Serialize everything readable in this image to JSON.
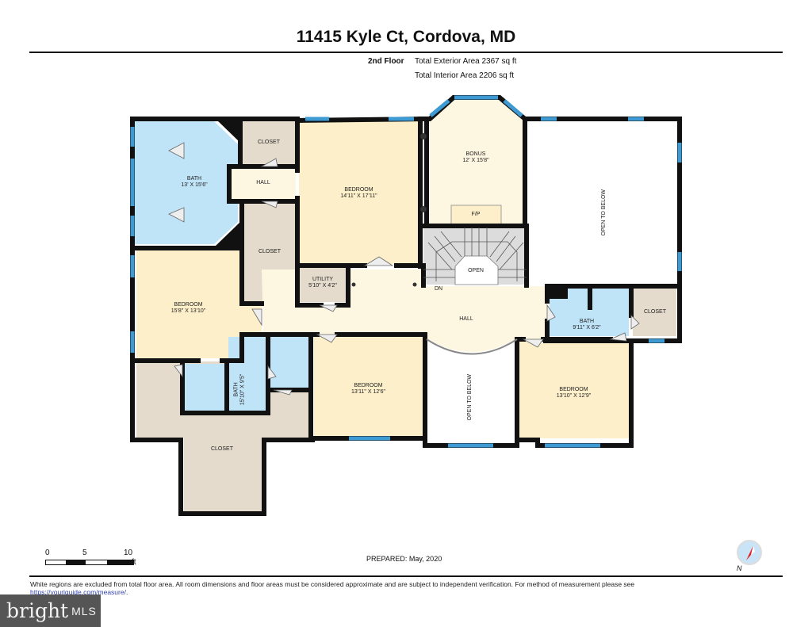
{
  "header": {
    "title": "11415 Kyle Ct, Cordova, MD",
    "floor": "2nd Floor",
    "exterior_area": "Total Exterior Area 2367 sq ft",
    "interior_area": "Total Interior Area 2206 sq ft"
  },
  "colors": {
    "wall": "#111111",
    "bedroom": "#fdefc9",
    "hall": "#fdf6e1",
    "bath": "#bfe3f7",
    "closet": "#e4dbcc",
    "window": "#3e9ad3",
    "stairs": "#dcdcdc",
    "open": "#ffffff"
  },
  "rooms": [
    {
      "id": "bath-main",
      "name": "BATH",
      "dims": "13' x 15'6\""
    },
    {
      "id": "closet-top",
      "name": "CLOSET",
      "dims": ""
    },
    {
      "id": "hall-small",
      "name": "HALL",
      "dims": ""
    },
    {
      "id": "closet-mid",
      "name": "CLOSET",
      "dims": ""
    },
    {
      "id": "bedroom-main",
      "name": "BEDROOM",
      "dims": "14'11\" x 17'11\""
    },
    {
      "id": "bonus",
      "name": "BONUS",
      "dims": "12' x 15'8\""
    },
    {
      "id": "fireplace",
      "name": "F/P",
      "dims": ""
    },
    {
      "id": "open-stair",
      "name": "OPEN",
      "dims": ""
    },
    {
      "id": "open-below-right",
      "name": "OPEN TO BELOW",
      "dims": ""
    },
    {
      "id": "utility",
      "name": "UTILITY",
      "dims": "5'10\" x 4'2\""
    },
    {
      "id": "stairs-down",
      "name": "DN",
      "dims": ""
    },
    {
      "id": "hall-main",
      "name": "HALL",
      "dims": ""
    },
    {
      "id": "bedroom-left",
      "name": "BEDROOM",
      "dims": "15'8\" x 13'10\""
    },
    {
      "id": "bath-right",
      "name": "BATH",
      "dims": "9'11\" x 6'2\""
    },
    {
      "id": "closet-right",
      "name": "CLOSET",
      "dims": ""
    },
    {
      "id": "bath-lower",
      "name": "BATH",
      "dims": "15'10\" x 9'5\""
    },
    {
      "id": "bedroom-center",
      "name": "BEDROOM",
      "dims": "13'11\" x 12'6\""
    },
    {
      "id": "open-below-center",
      "name": "OPEN TO BELOW",
      "dims": ""
    },
    {
      "id": "bedroom-right",
      "name": "BEDROOM",
      "dims": "13'10\" x 12'9\""
    },
    {
      "id": "closet-lower",
      "name": "CLOSET",
      "dims": ""
    }
  ],
  "scale": {
    "ticks": [
      "0",
      "5",
      "10"
    ],
    "unit": "ft"
  },
  "prepared": "PREPARED: May, 2020",
  "compass": {
    "label": "N"
  },
  "footer": {
    "disclaimer": "White regions are excluded from total floor area. All room dimensions and floor areas must be considered approximate and are subject to independent verification. For method of measurement please see",
    "link": "https://youriguide.com/measure/",
    "link_suffix": "."
  },
  "watermark": {
    "brand": "bright",
    "suffix": "MLS"
  }
}
